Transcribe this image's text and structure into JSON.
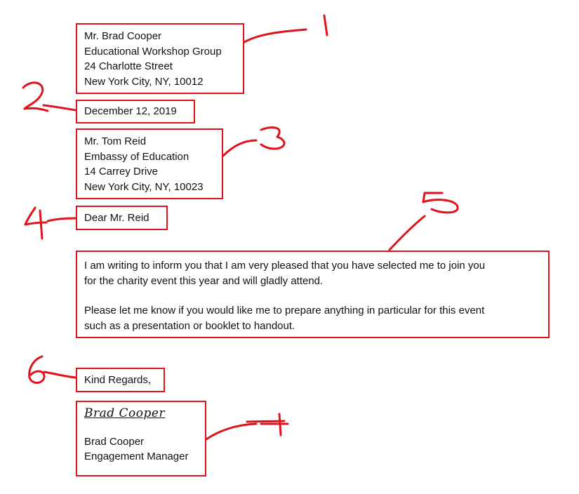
{
  "sender": {
    "lines": [
      "Mr. Brad Cooper",
      "Educational Workshop Group",
      "24 Charlotte Street",
      "New York City, NY, 10012"
    ]
  },
  "date": "December 12, 2019",
  "recipient": {
    "lines": [
      "Mr. Tom Reid",
      "Embassy of Education",
      "14 Carrey Drive",
      "New York City, NY, 10023"
    ]
  },
  "salutation": "Dear Mr. Reid",
  "body": {
    "paragraphs": [
      [
        "I am writing to inform you that I am very pleased that you have selected me to join you",
        "for the charity event this year and will gladly attend."
      ],
      [
        "Please let me know if you would like me to prepare anything in particular for this event",
        "such as a presentation or booklet to handout."
      ]
    ]
  },
  "closing": "Kind Regards,",
  "signature": {
    "handwritten": "Brad Cooper",
    "name": "Brad Cooper",
    "title": "Engagement Manager"
  },
  "annotations": {
    "labels": [
      "1",
      "2",
      "3",
      "4",
      "5",
      "6",
      "7"
    ],
    "color": "#e0121c"
  }
}
